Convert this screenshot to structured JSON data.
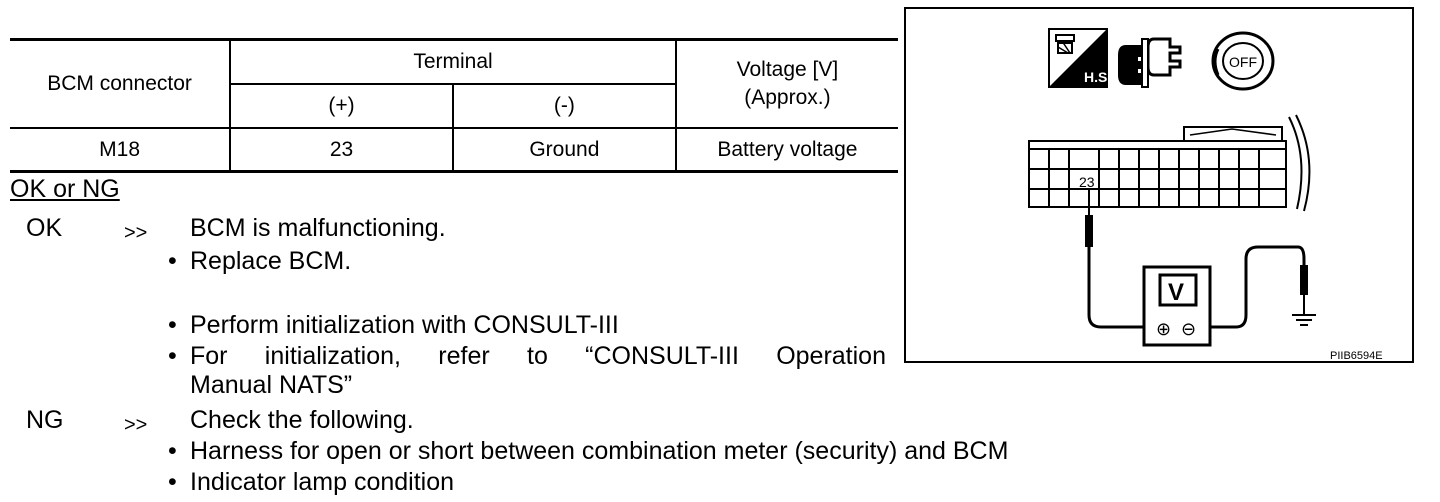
{
  "table": {
    "header_connector": "BCM connector",
    "header_terminal": "Terminal",
    "header_plus": "(+)",
    "header_minus": "(-)",
    "header_voltage_line1": "Voltage [V]",
    "header_voltage_line2": "(Approx.)",
    "row": {
      "connector": "M18",
      "plus": "23",
      "minus": "Ground",
      "voltage": "Battery voltage"
    }
  },
  "result": {
    "heading": "OK or NG",
    "arrow": ">>",
    "ok": {
      "label": "OK",
      "title": "BCM is malfunctioning.",
      "bullets": [
        "Replace BCM.",
        "Perform initialization with CONSULT-III",
        "For initialization, refer to “CONSULT-III Operation",
        "Manual NATS”"
      ]
    },
    "ng": {
      "label": "NG",
      "title": "Check the following.",
      "bullets": [
        "Harness for open or short between combination meter (security) and BCM",
        "Indicator lamp condition"
      ]
    }
  },
  "figure": {
    "hs_label": "H.S.",
    "off_label": "OFF",
    "terminal_number": "23",
    "meter_label": "V",
    "plus_symbol": "⊕",
    "minus_symbol": "⊖",
    "figure_id": "PIIB6594E",
    "icons": [
      "harness-side-icon",
      "connector-disconnected-icon",
      "ignition-off-icon",
      "voltmeter-icon",
      "ground-icon"
    ]
  }
}
